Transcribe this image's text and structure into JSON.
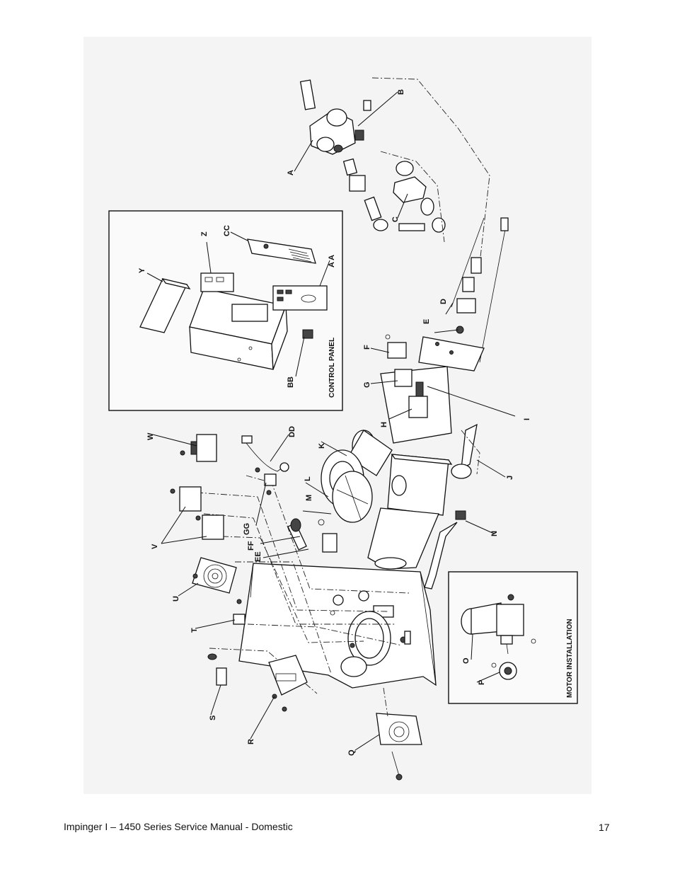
{
  "figure": {
    "part_labels": {
      "A": "A",
      "B": "B",
      "C": "C",
      "D": "D",
      "E": "E",
      "F": "F",
      "G": "G",
      "H": "H",
      "I": "I",
      "J": "J",
      "K": "K",
      "L": "L",
      "M": "M",
      "N": "N",
      "O": "O",
      "P": "P",
      "Q": "Q",
      "R": "R",
      "S": "S",
      "T": "T",
      "U": "U",
      "V": "V",
      "W": "W",
      "Y": "Y",
      "Z": "Z",
      "AA": "A A",
      "BB": "BB",
      "CC": "CC",
      "DD": "DD",
      "EE": "EE",
      "FF": "FF",
      "GG": "GG"
    },
    "inset_control_panel": "CONTROL PANEL",
    "inset_motor_installation": "MOTOR INSTALLATION"
  },
  "footer": {
    "title": "Impinger I – 1450 Series Service Manual - Domestic",
    "page_number": "17"
  }
}
